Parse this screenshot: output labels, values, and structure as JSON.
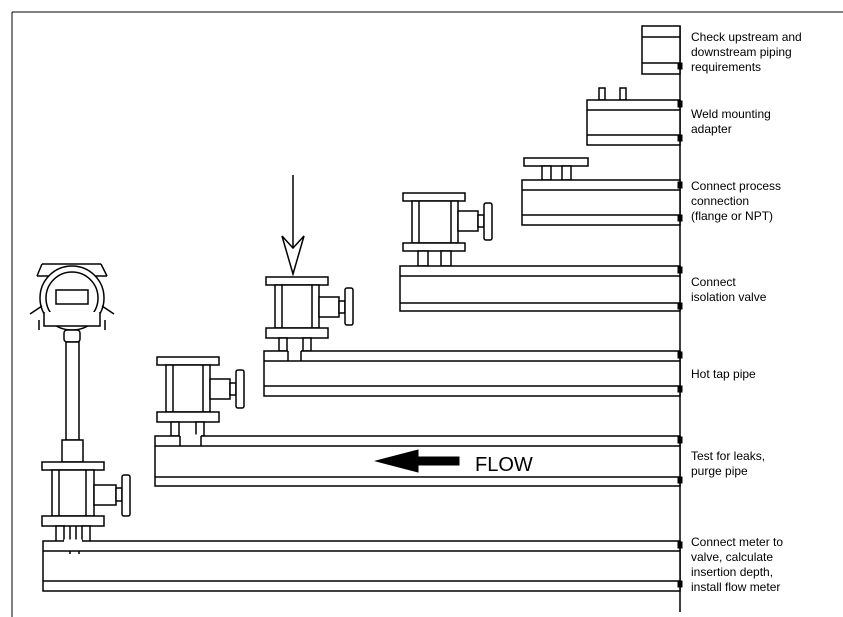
{
  "steps": [
    {
      "lines": [
        "Check upstream and",
        "downstream piping",
        "requirements"
      ]
    },
    {
      "lines": [
        "Weld mounting",
        "adapter"
      ]
    },
    {
      "lines": [
        "Connect process",
        "connection",
        "(flange or NPT)"
      ]
    },
    {
      "lines": [
        "Connect",
        "isolation valve"
      ]
    },
    {
      "lines": [
        "Hot tap pipe"
      ]
    },
    {
      "lines": [
        "Test for leaks,",
        "purge pipe"
      ]
    },
    {
      "lines": [
        "Connect meter to",
        "valve, calculate",
        "insertion depth,",
        "install flow meter"
      ]
    }
  ],
  "flow": {
    "label": "FLOW"
  }
}
